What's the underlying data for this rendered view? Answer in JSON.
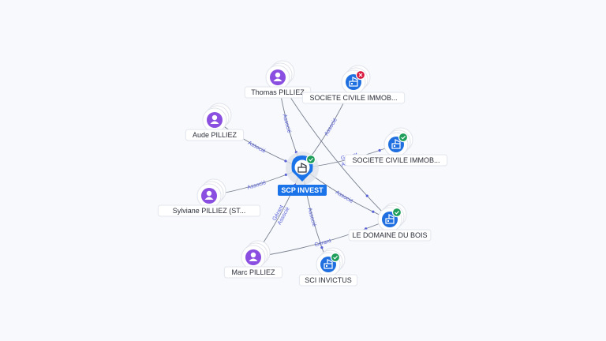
{
  "center": {
    "label": "SCP INVEST",
    "status": "active",
    "icon": "building-icon"
  },
  "people": [
    {
      "id": "thomas",
      "label": "Thomas PILLIEZ",
      "icon": "person-icon"
    },
    {
      "id": "aude",
      "label": "Aude PILLIEZ",
      "icon": "person-icon"
    },
    {
      "id": "sylviane",
      "label": "Sylviane PILLIEZ (ST...",
      "icon": "person-icon"
    },
    {
      "id": "marc",
      "label": "Marc PILLIEZ",
      "icon": "person-icon"
    }
  ],
  "companies": [
    {
      "id": "sci1",
      "label": "SOCIETE CIVILE IMMOB...",
      "status": "closed",
      "icon": "building-icon"
    },
    {
      "id": "sci2",
      "label": "SOCIETE CIVILE IMMOB...",
      "status": "active",
      "icon": "building-icon"
    },
    {
      "id": "domaine",
      "label": "LE DOMAINE DU BOIS",
      "status": "active",
      "icon": "building-icon"
    },
    {
      "id": "invictus",
      "label": "SCI INVICTUS",
      "status": "active",
      "icon": "building-icon"
    }
  ],
  "edges": [
    {
      "from": "thomas",
      "to": "center",
      "label": "Associé"
    },
    {
      "from": "aude",
      "to": "center",
      "label": "Associé"
    },
    {
      "from": "sylviane",
      "to": "center",
      "label": "Associé"
    },
    {
      "from": "marc",
      "to": "center",
      "label": "Gérant Associé"
    },
    {
      "from": "center",
      "to": "sci1",
      "label": "Associé"
    },
    {
      "from": "center",
      "to": "sci2",
      "label": "Gérant Associé"
    },
    {
      "from": "center",
      "to": "domaine",
      "label": "Associé"
    },
    {
      "from": "center",
      "to": "invictus",
      "label": "Associé"
    },
    {
      "from": "marc",
      "to": "domaine",
      "label": "Gérant"
    },
    {
      "from": "thomas",
      "to": "domaine",
      "label": ""
    }
  ],
  "colors": {
    "person": "#8a4fe0",
    "company": "#1f6fe0",
    "center": "#1a73e8",
    "active_badge": "#1e9e5a",
    "closed_badge": "#d81b3f",
    "edge_label": "#5a62d8"
  }
}
